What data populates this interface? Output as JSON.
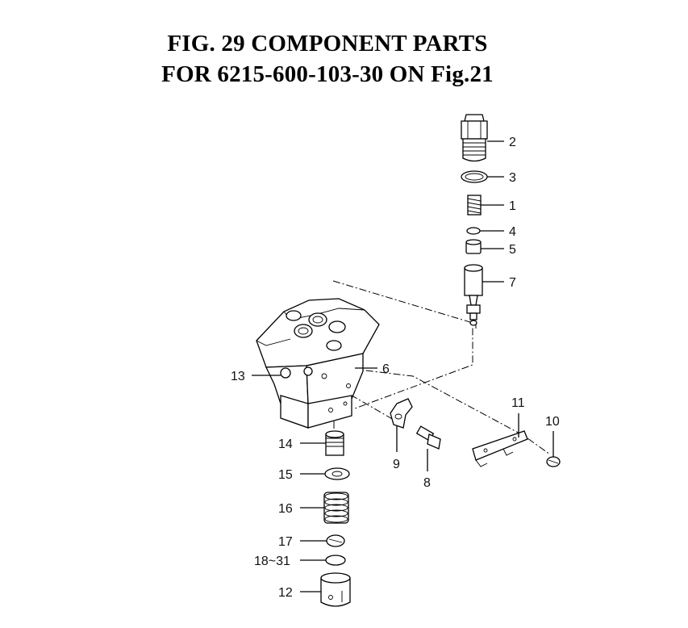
{
  "title": {
    "line1": "FIG. 29  COMPONENT PARTS",
    "line2": "FOR 6215-600-103-30 ON Fig.21"
  },
  "callouts": [
    "2",
    "3",
    "1",
    "4",
    "5",
    "7",
    "6",
    "13",
    "11",
    "10",
    "9",
    "8",
    "14",
    "15",
    "16",
    "17",
    "18~31",
    "12"
  ]
}
